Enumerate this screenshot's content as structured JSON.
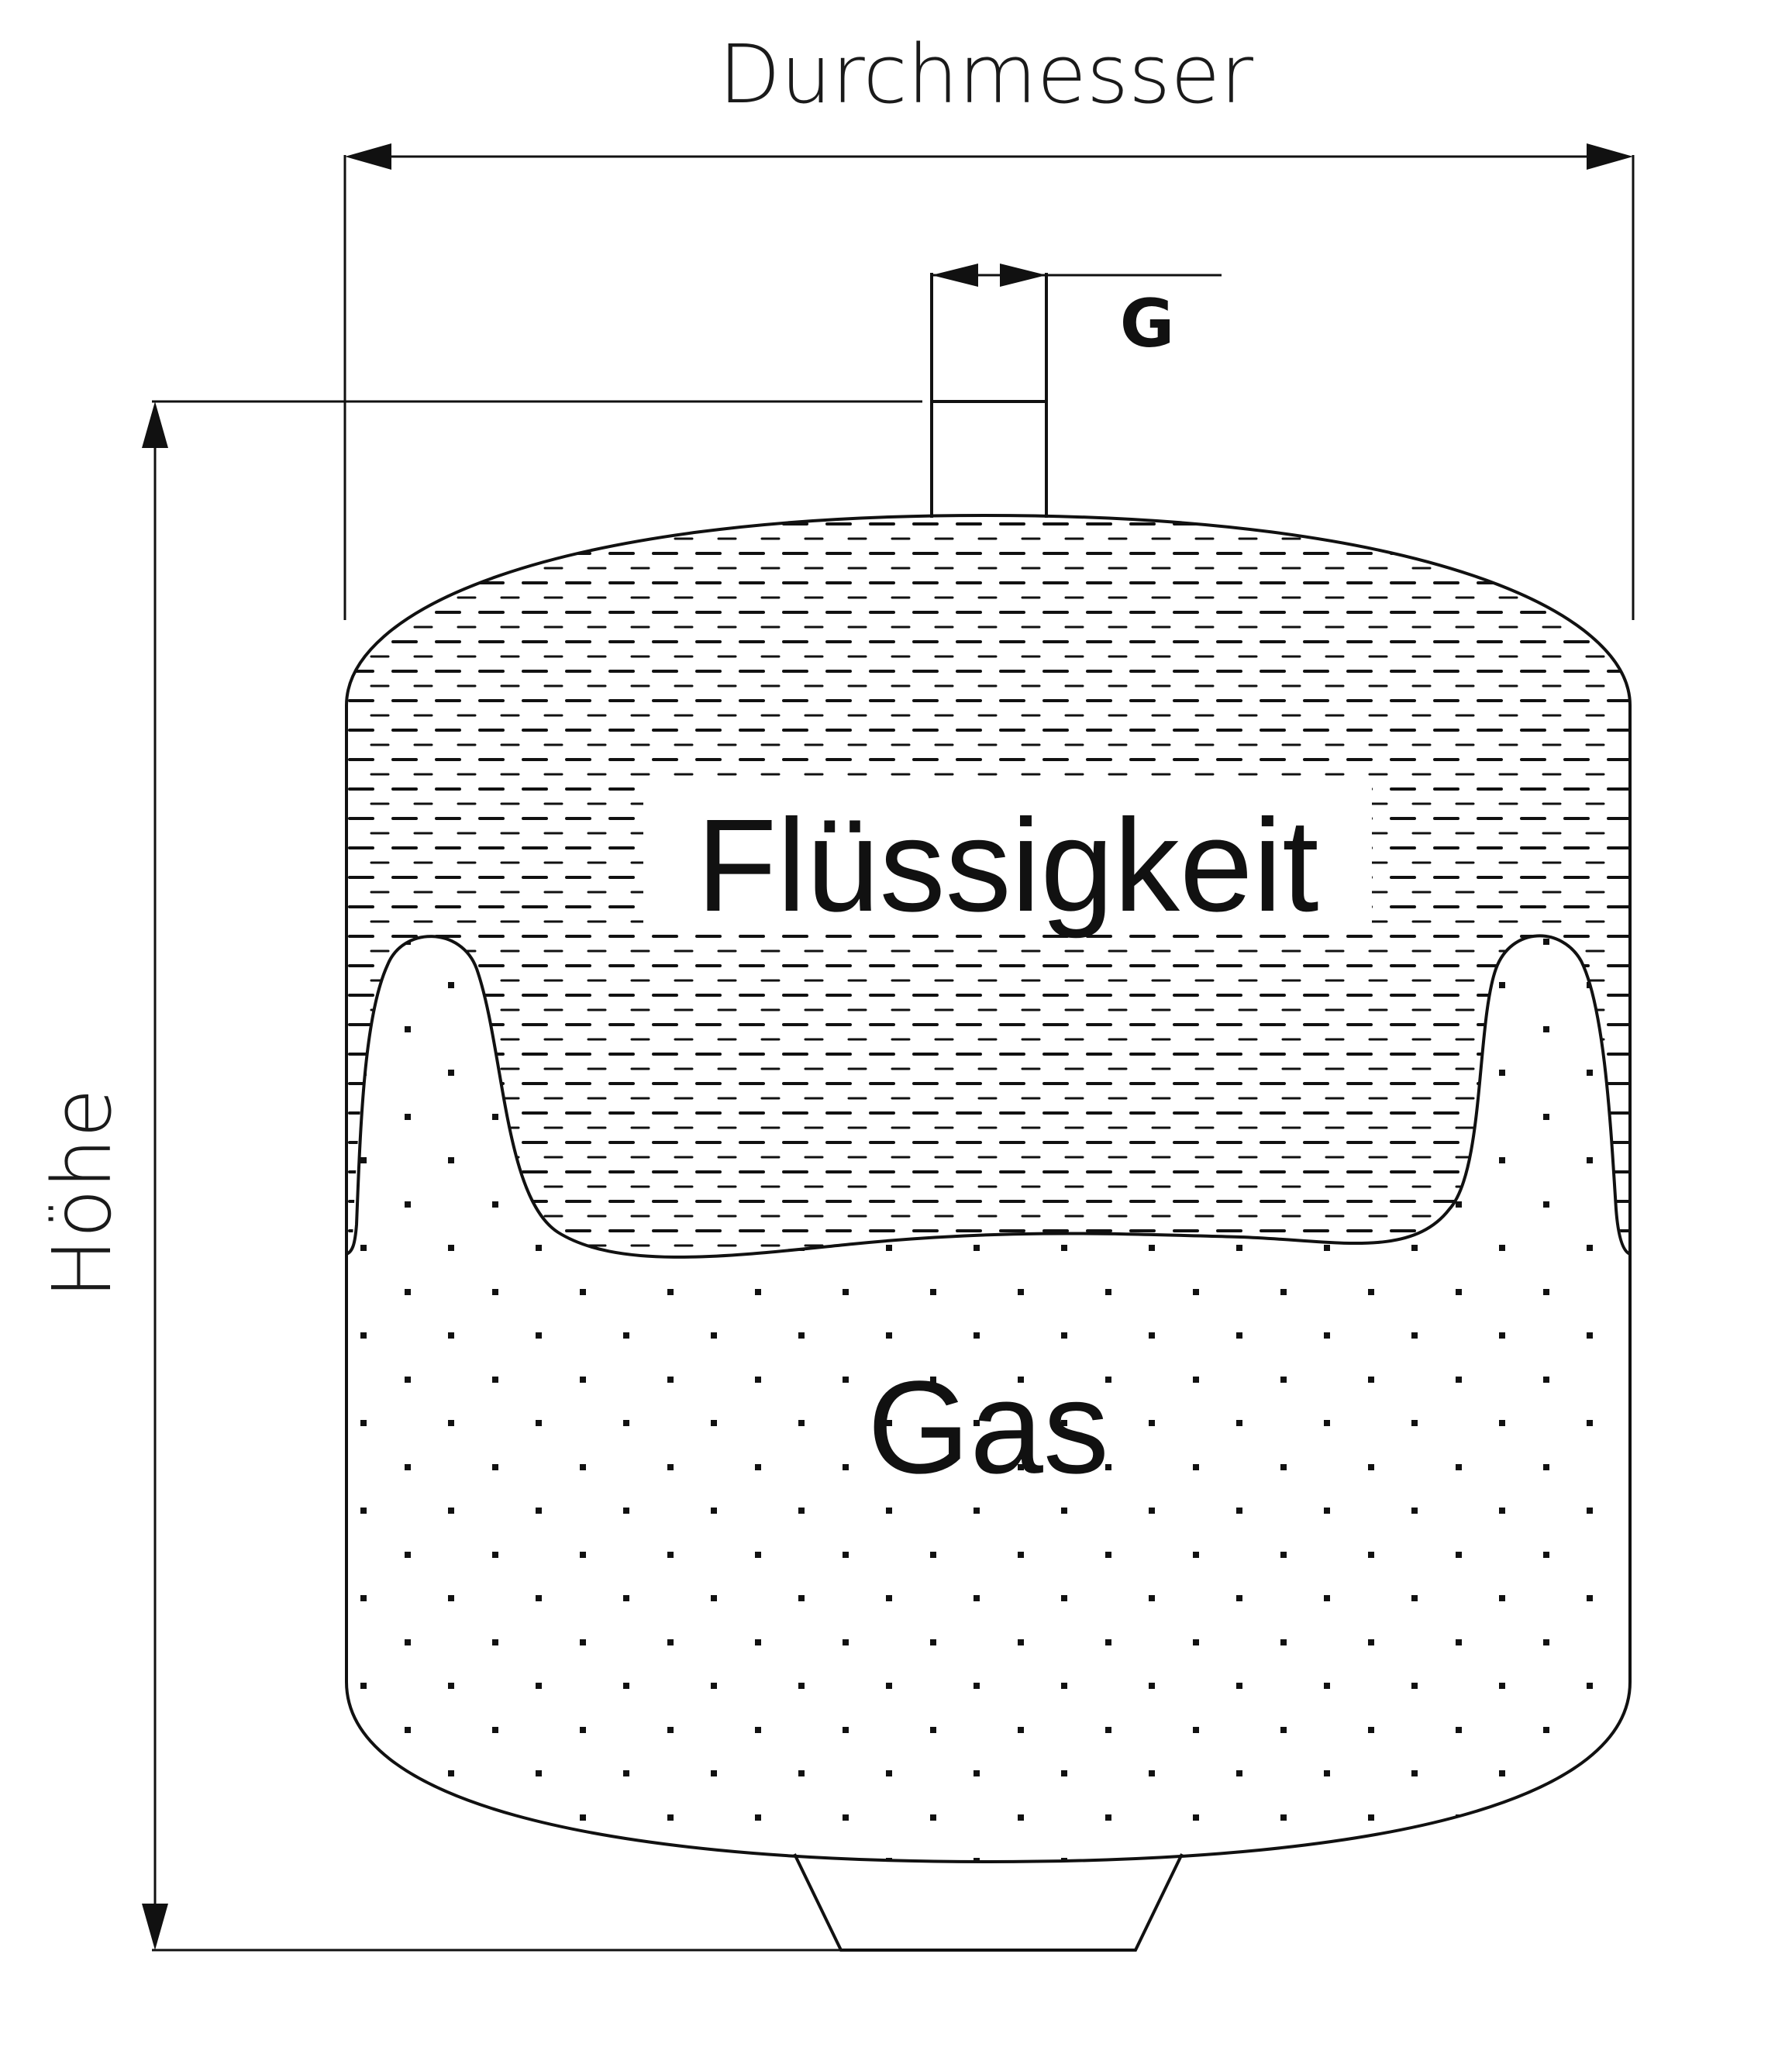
{
  "labels": {
    "diameter": "Durchmesser",
    "height": "Höhe",
    "connection": "G",
    "liquid": "Flüssigkeit",
    "gas": "Gas"
  },
  "colors": {
    "line": "#111111",
    "background": "#ffffff"
  }
}
